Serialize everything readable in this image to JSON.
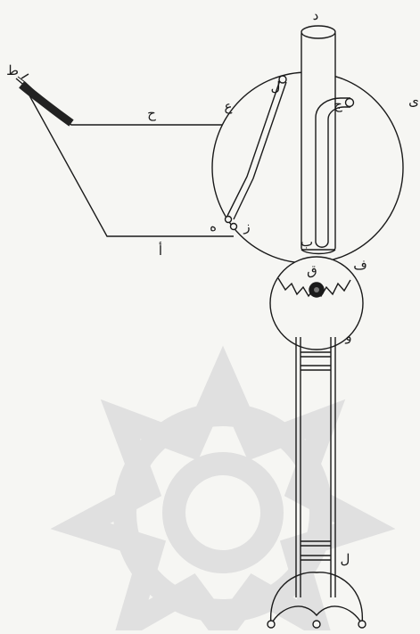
{
  "diagram": {
    "letters": {
      "dal": "د",
      "ta": "ط",
      "ha": "ح",
      "ayn": "ع",
      "lam_top": "ل",
      "jim": "ج",
      "sin": "ى",
      "ha_small": "ه",
      "zay": "ز",
      "ba": "ب",
      "alif": "أ",
      "qaf": "ق",
      "fa": "ف",
      "waw": "و",
      "lam_bottom": "ل"
    },
    "colors": {
      "ink": "#1a1a1a",
      "paper": "#f6f6f3",
      "watermark": "#dcdcdc"
    }
  }
}
